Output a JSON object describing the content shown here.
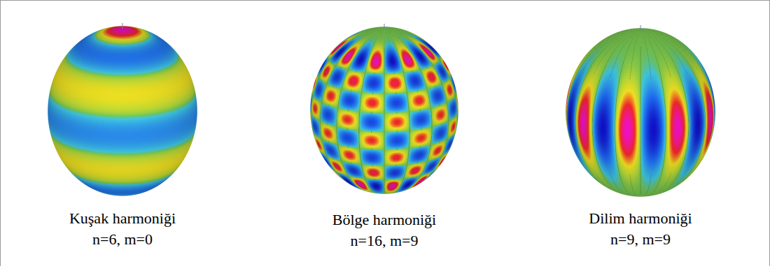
{
  "diagram": {
    "labels": [
      "Kuşak harmoniği",
      "n=6, m=0",
      "Bölge harmoniği",
      "n=16, m=9",
      "Dilim harmoniği",
      "n=9, m=9"
    ]
  }
}
